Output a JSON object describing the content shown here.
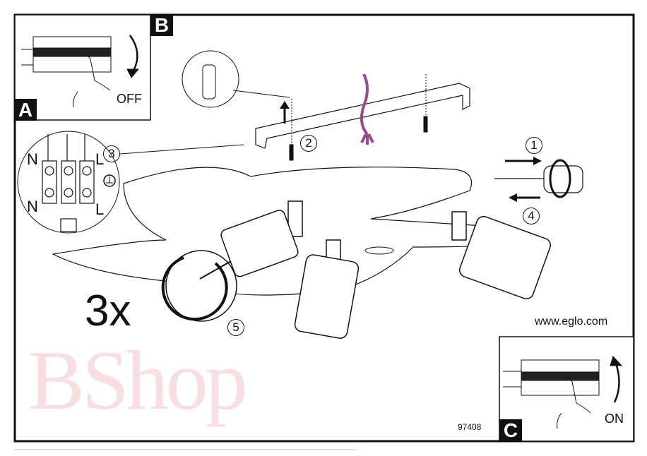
{
  "panels": {
    "a": {
      "tag": "A",
      "left_labels": [
        "N",
        "N"
      ],
      "right_labels": [
        "L",
        "L"
      ],
      "step": "3",
      "ground_icon": "ground-symbol"
    },
    "b": {
      "tag": "B",
      "action": "OFF"
    },
    "c": {
      "tag": "C",
      "action": "ON"
    }
  },
  "steps": {
    "s1": "1",
    "s2": "2",
    "s4": "4",
    "s5": "5"
  },
  "bulb_count": "3x",
  "website": "www.eglo.com",
  "article_number": "97408",
  "watermark": "BShop",
  "colors": {
    "cable": "#9b4a8c",
    "ink": "#111111",
    "watermark": "#e6a0aa"
  }
}
